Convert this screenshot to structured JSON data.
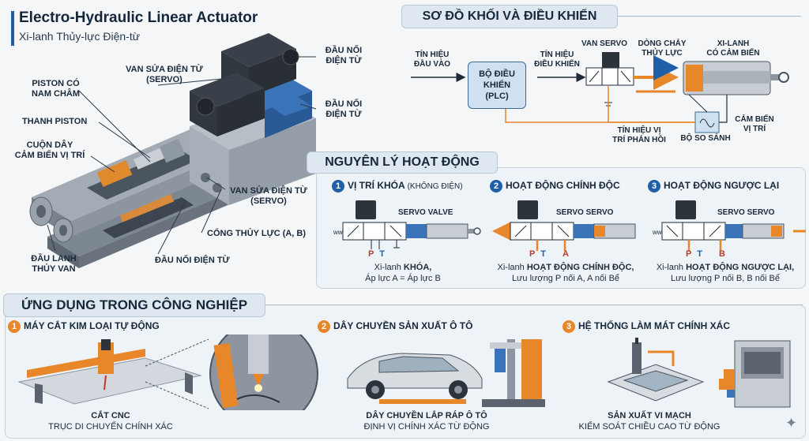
{
  "header": {
    "title": "Electro-Hydraulic Linear Actuator",
    "subtitle": "Xi-lanh Thủy-lực Điện-từ"
  },
  "actuator_labels": {
    "connector_top": "ĐẦU NỐI\nĐIỆN TỪ",
    "connector_mid": "ĐẦU NỐI\nĐIỆN TỪ",
    "servo_valve_top": "VAN SỬA ĐIỆN TỪ\n(SERVO)",
    "piston_magnet": "PISTON CÓ\nNAM CHÂM",
    "piston_rod": "THANH PISTON",
    "sensor_coil": "CUỘN DÂY\nCẢM BIẾN VỊ TRÍ",
    "servo_valve_mid": "VAN SỬA ĐIỆN TỪ\n(SERVO)",
    "ports": "CỔNG THỦY LỰC (A, B)",
    "connector_bottom": "ĐẦU NỐI ĐIỆN TỪ",
    "rod_end": "ĐẦU LANH\nTHỦY VAN"
  },
  "block_diagram": {
    "title": "SƠ ĐỒ KHỐI VÀ ĐIỀU KHIỂN",
    "input_signal": "TÍN HIỆU\nĐẦU VÀO",
    "controller": "BỘ ĐIỀU\nKHIỂN\n(PLC)",
    "control_signal": "TÍN HIỆU\nĐIỀU KHIỂN",
    "servo_valve": "VAN SERVO",
    "hydraulic_flow": "DÒNG CHẢY\nTHỦY LỰC",
    "cylinder": "XI-LANH\nCÓ CẢM BIẾN",
    "position_sensor": "CẢM BIẾN\nVỊ TRÍ",
    "comparator": "BỘ SO SÁNH",
    "feedback": "TÍN HIỆU VỊ\nTRÍ PHẢN HỒI"
  },
  "principle": {
    "title": "NGUYÊN LÝ HOẠT ĐỘNG",
    "steps": [
      {
        "num": "1",
        "title": "VỊ TRÍ KHÓA",
        "title_note": "(KHÔNG ĐIỆN)",
        "valve_label": "SERVO VALVE",
        "cap1_pre": "Xi-lanh ",
        "cap1_bold": "KHÓA,",
        "cap2": "Áp lực A = Áp lực B",
        "ports": [
          "P",
          "T"
        ]
      },
      {
        "num": "2",
        "title": "HOẠT ĐỘNG CHÍNH ĐỘC",
        "title_note": "",
        "valve_label": "SERVO SERVO",
        "cap1_pre": "Xi-lanh ",
        "cap1_bold": "HOẠT ĐỘNG CHÍNH ĐỘC,",
        "cap2": "Lưu lượng P nối A, A nối Bể",
        "ports": [
          "P",
          "T",
          "A"
        ]
      },
      {
        "num": "3",
        "title": "HOẠT ĐỘNG NGƯỢC LẠI",
        "title_note": "",
        "valve_label": "SERVO SERVO",
        "cap1_pre": "Xi-lanh ",
        "cap1_bold": "HOẠT ĐỘNG NGƯỢC LẠI,",
        "cap2": "Lưu lượng P nối B, B nối Bể",
        "ports": [
          "P",
          "T",
          "B"
        ]
      }
    ]
  },
  "applications": {
    "title": "ỨNG DỤNG TRONG CÔNG NGHIỆP",
    "items": [
      {
        "num": "1",
        "title": "MÁY CẮT KIM LOẠI TỰ ĐỘNG",
        "cap_bold": "CẮT CNC",
        "cap": "TRỤC DI CHUYỂN CHÍNH XÁC"
      },
      {
        "num": "2",
        "title": "DÂY CHUYỀN SẢN XUẤT Ô TÔ",
        "cap_bold": "DÂY CHUYỀN LẮP RÁP Ô TÔ",
        "cap": "ĐỊNH VỊ CHÍNH XÁC TỪ ĐỘNG"
      },
      {
        "num": "3",
        "title": "HỆ THỐNG LÀM MÁT CHÍNH XÁC",
        "cap_bold": "SẢN XUẤT VI MẠCH",
        "cap": "KIỂM SOÁT CHIỀU CAO TỪ ĐỘNG"
      }
    ]
  },
  "colors": {
    "accent_blue": "#1f5fa8",
    "accent_orange": "#e8862a",
    "steel": "#8d96a0"
  }
}
